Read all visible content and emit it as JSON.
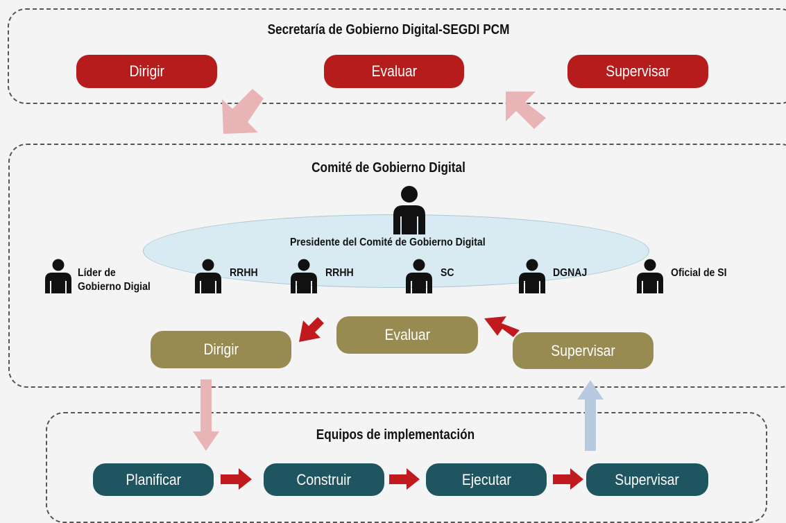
{
  "top": {
    "title": "Secretaría de Gobierno Digital-SEGDI PCM",
    "buttons": [
      "Dirigir",
      "Evaluar",
      "Supervisar"
    ]
  },
  "committee": {
    "title": "Comité de Gobierno Digital",
    "president": "Presidente del Comité de Gobierno Digital",
    "members": [
      {
        "line1": "Líder de",
        "line2": "Gobierno Digial"
      },
      {
        "line1": "RRHH"
      },
      {
        "line1": "RRHH"
      },
      {
        "line1": "SC"
      },
      {
        "line1": "DGNAJ"
      },
      {
        "line1": "Oficial de SI"
      }
    ],
    "actions": [
      "Dirigir",
      "Evaluar",
      "Supervisar"
    ]
  },
  "teams": {
    "title": "Equipos de implementación",
    "steps": [
      "Planificar",
      "Construir",
      "Ejecutar",
      "Supervisar"
    ]
  },
  "colors": {
    "red": "#b71c1c",
    "olive": "#988b52",
    "teal": "#1f5560",
    "pink_arrow": "#e8b4b6",
    "blue_arrow": "#b6c9de",
    "small_arrow": "#c0191e"
  },
  "icons": [
    "person-icon",
    "arrow-icon"
  ]
}
